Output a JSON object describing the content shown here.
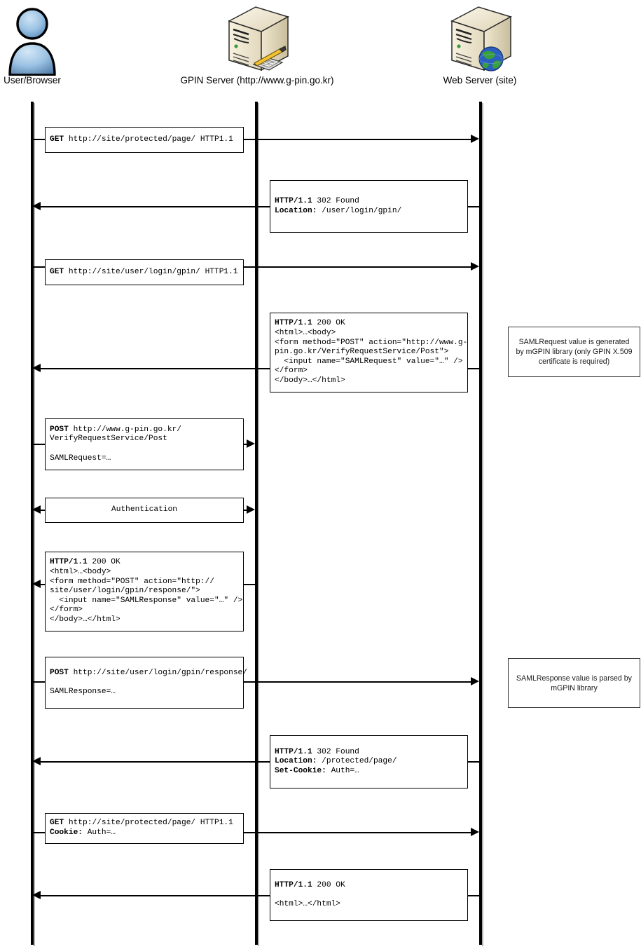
{
  "actors": [
    {
      "label": "User/Browser",
      "icon": "user-icon"
    },
    {
      "label": "GPIN Server (http://www.g-pin.go.kr)",
      "icon": "server-pencil-icon"
    },
    {
      "label": "Web Server (site)",
      "icon": "server-globe-icon"
    }
  ],
  "messages": [
    {
      "id": "get-protected-page",
      "bold": "GET",
      "rest": " http://site/protected/page/ HTTP1.1",
      "lines": [
        "GET http://site/protected/page/ HTTP1.1"
      ],
      "direction": "right"
    },
    {
      "id": "302-found-login-gpin",
      "lines": [
        "HTTP/1.1 302 Found",
        "Location: /user/login/gpin/"
      ],
      "direction": "left"
    },
    {
      "id": "get-login-gpin",
      "lines": [
        "GET http://site/user/login/gpin/ HTTP1.1"
      ],
      "direction": "right"
    },
    {
      "id": "200-ok-samlrequest-form",
      "lines": [
        "HTTP/1.1 200 OK",
        "<html>…<body>",
        "<form method=\"POST\" action=\"http://www.g-",
        "pin.go.kr/VerifyRequestService/Post\">",
        "  <input name=\"SAMLRequest\" value=\"…\" />",
        "</form>",
        "</body>…</html>"
      ],
      "direction": "left"
    },
    {
      "id": "post-verifyrequestservice",
      "lines": [
        "POST http://www.g-pin.go.kr/",
        "VerifyRequestService/Post",
        "",
        "SAMLRequest=…"
      ],
      "direction": "right"
    },
    {
      "id": "authentication",
      "lines": [
        "Authentication"
      ],
      "direction": "both"
    },
    {
      "id": "200-ok-samlresponse-form",
      "lines": [
        "HTTP/1.1 200 OK",
        "<html>…<body>",
        "<form method=\"POST\" action=\"http://",
        "site/user/login/gpin/response/\">",
        "  <input name=\"SAMLResponse\" value=\"…\" />",
        "</form>",
        "</body>…</html>"
      ],
      "direction": "left"
    },
    {
      "id": "post-gpin-response",
      "lines": [
        "POST http://site/user/login/gpin/response/",
        "",
        "SAMLResponse=…"
      ],
      "direction": "right"
    },
    {
      "id": "302-found-protected-page",
      "lines": [
        "HTTP/1.1 302 Found",
        "Location: /protected/page/",
        "Set-Cookie: Auth=…"
      ],
      "direction": "left"
    },
    {
      "id": "get-protected-page-cookie",
      "lines": [
        "GET http://site/protected/page/ HTTP1.1",
        "Cookie: Auth=…"
      ],
      "direction": "right"
    },
    {
      "id": "200-ok-final-html",
      "lines": [
        "HTTP/1.1 200 OK",
        "",
        "<html>…</html>"
      ],
      "direction": "left"
    }
  ],
  "notes": [
    {
      "id": "note-samlrequest",
      "text": "SAMLRequest value is generated by mGPIN library (only GPIN X.509 certificate is required)"
    },
    {
      "id": "note-samlresponse",
      "text": "SAMLResponse value is parsed by mGPIN library"
    }
  ],
  "colors": {
    "line": "#000000",
    "box_border": "#000000",
    "note_border": "#3a3a3a",
    "background": "#ffffff",
    "actor_blue_light": "#a8cbe8",
    "actor_blue_dark": "#4a7fae",
    "server_beige_light": "#f2ead6",
    "server_beige_dark": "#cdc2a4",
    "globe_green": "#3aa03a",
    "globe_blue": "#2b5fbf",
    "pencil_yellow": "#f2c230"
  }
}
